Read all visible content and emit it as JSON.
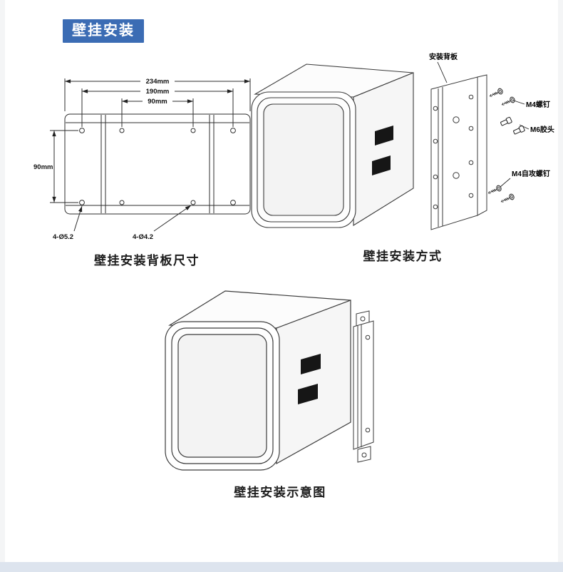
{
  "page": {
    "section_title": "壁挂安装"
  },
  "colors": {
    "accent": "#3b6cb4",
    "line": "#2e2e2e",
    "footer_band": "#dde4ee"
  },
  "fig_backplate": {
    "caption": "壁挂安装背板尺寸",
    "dim_234": "234mm",
    "dim_190": "190mm",
    "dim_90_inner": "90mm",
    "dim_90_height": "90mm",
    "holes_large": "4-Ø5.2",
    "holes_small": "4-Ø4.2"
  },
  "fig_exploded": {
    "caption": "壁挂安装方式",
    "label_backplate": "安装背板",
    "label_m4_screw": "M4螺钉",
    "label_m6_plug": "M6胶头",
    "label_m4_tapping": "M4自攻螺钉"
  },
  "fig_installed": {
    "caption": "壁挂安装示意图"
  }
}
